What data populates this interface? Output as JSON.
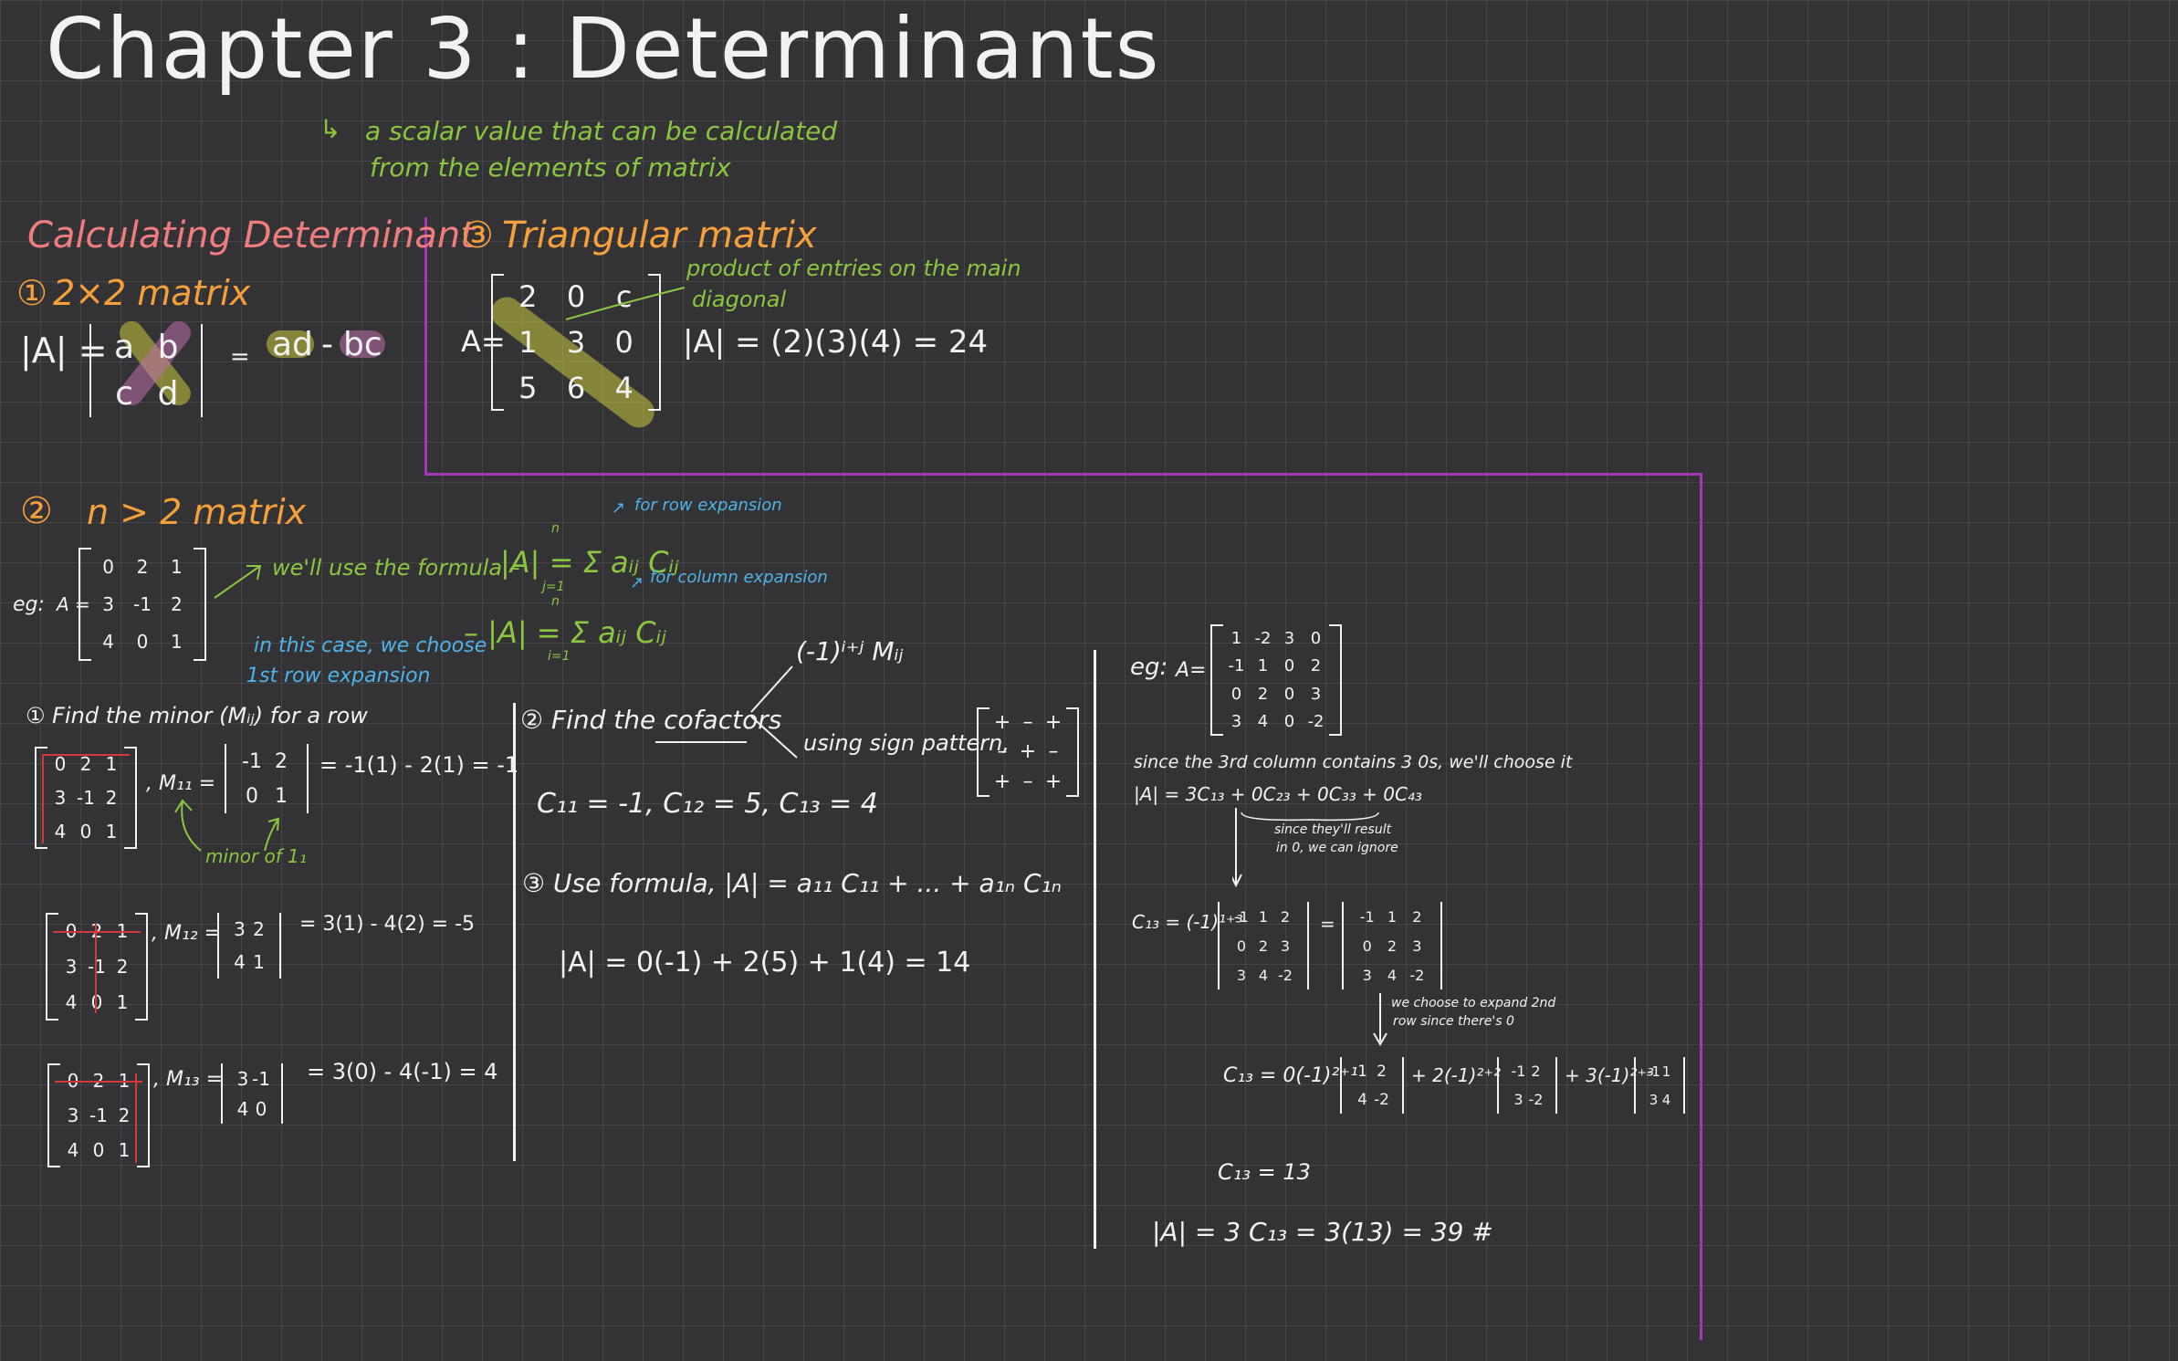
{
  "title": "Chapter 3 : Determinants",
  "definition": {
    "line1": "a scalar value that can be calculated",
    "line2": "from the elements of matrix"
  },
  "calculating": {
    "heading": "Calculating Determinant",
    "s1": {
      "num": "①",
      "label": "2×2 matrix",
      "lhs": "|A| =",
      "cells": [
        "a",
        "b",
        "c",
        "d"
      ],
      "eq": "=",
      "rhs_a": "ad",
      "rhs_minus": "-",
      "rhs_b": "bc"
    }
  },
  "triangular": {
    "num": "③",
    "heading": "Triangular matrix",
    "lhs": "A=",
    "cells": [
      "2",
      "0",
      "c",
      "1",
      "3",
      "0",
      "5",
      "6",
      "4"
    ],
    "note1": "product of entries on the main",
    "note2": "diagonal",
    "result": "|A| = (2)(3)(4) = 24"
  },
  "nmatrix": {
    "num": "②",
    "heading": "n > 2 matrix",
    "eg": "eg:",
    "A": "A =",
    "cells": [
      "0",
      "2",
      "1",
      "3",
      "-1",
      "2",
      "4",
      "0",
      "1"
    ],
    "use_formula": "we'll use the formula –",
    "formula_row": "|A| = Σ aᵢⱼ Cᵢⱼ",
    "row_sup": "n",
    "row_sub": "j=1",
    "row_note": "for row expansion",
    "formula_col": "– |A| = Σ aᵢⱼ Cᵢⱼ",
    "col_sup": "n",
    "col_sub": "i=1",
    "col_note": "for column expansion",
    "case_note1": "in this case, we choose",
    "case_note2": "1st row expansion"
  },
  "step1": {
    "heading": "① Find the minor (Mᵢⱼ) for a row",
    "m11_label": ", M₁₁ =",
    "m11_cells": [
      "-1",
      "2",
      "0",
      "1"
    ],
    "m11_result": "= -1(1) - 2(1) = -1",
    "minor_note": "minor of 1₁",
    "m12_label": ", M₁₂ =",
    "m12_cells": [
      "3",
      "2",
      "4",
      "1"
    ],
    "m12_result": "= 3(1) - 4(2) = -5",
    "m13_label": ", M₁₃ =",
    "m13_cells": [
      "3",
      "-1",
      "4",
      "0"
    ],
    "m13_result": "= 3(0) - 4(-1) = 4",
    "mat_cells": [
      "0",
      "2",
      "1",
      "3",
      "-1",
      "2",
      "4",
      "0",
      "1"
    ]
  },
  "step2": {
    "heading": "② Find the cofactors",
    "branch_top": "(-1)ⁱ⁺ʲ Mᵢⱼ",
    "branch_bottom": "using sign pattern,",
    "sign_cells": [
      "+",
      "–",
      "+",
      "–",
      "+",
      "–",
      "+",
      "–",
      "+"
    ],
    "values": "C₁₁ = -1,  C₁₂ = 5,  C₁₃ = 4"
  },
  "step3": {
    "heading": "③ Use formula, |A| = a₁₁ C₁₁ + ... + a₁ₙ C₁ₙ",
    "result": "|A| = 0(-1) + 2(5) + 1(4)  =  14"
  },
  "example2": {
    "eg": "eg:",
    "A": "A=",
    "cells": [
      "1",
      "-2",
      "3",
      "0",
      "-1",
      "1",
      "0",
      "2",
      "0",
      "2",
      "0",
      "3",
      "3",
      "4",
      "0",
      "-2"
    ],
    "since": "since the 3rd column contains 3 0s, we'll choose it",
    "expansion": "|A| = 3C₁₃ + 0C₂₃ + 0C₃₃ + 0C₄₃",
    "since_note1": "since they'll result",
    "since_note2": "in 0, we can ignore",
    "c13_lhs": "C₁₃ = (-1)¹⁺³",
    "c13_cells": [
      "-1",
      "1",
      "2",
      "0",
      "2",
      "3",
      "3",
      "4",
      "-2"
    ],
    "eq": "=",
    "c13_cells2": [
      "-1",
      "1",
      "2",
      "0",
      "2",
      "3",
      "3",
      "4",
      "-2"
    ],
    "expand_note1": "we choose to expand 2nd",
    "expand_note2": "row since there's 0",
    "c13_expand_a": "C₁₃ = 0(-1)²⁺¹",
    "exp_cells1": [
      "1",
      "2",
      "4",
      "-2"
    ],
    "c13_expand_b": "+ 2(-1)²⁺²",
    "exp_cells2": [
      "-1",
      "2",
      "3",
      "-2"
    ],
    "c13_expand_c": "+ 3(-1)²⁺³",
    "exp_cells3": [
      "-1",
      "1",
      "3",
      "4"
    ],
    "c13_value": "C₁₃ = 13",
    "final": "|A| =   3 C₁₃  =  3(13) =  39 #"
  }
}
